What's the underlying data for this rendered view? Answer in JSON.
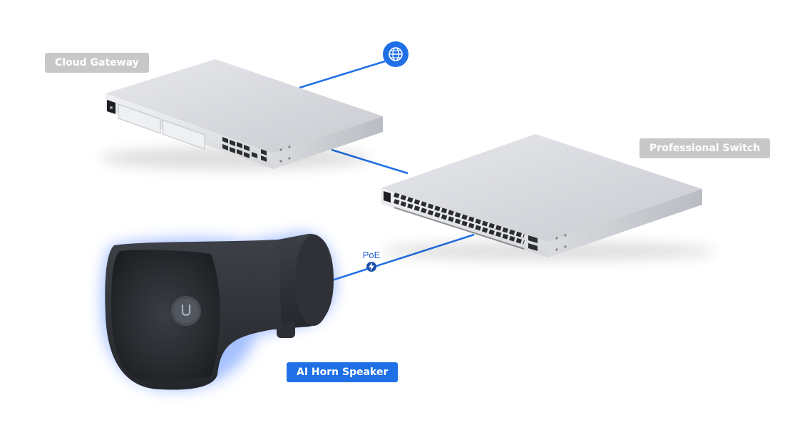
{
  "labels": {
    "cloud_gateway": "Cloud Gateway",
    "professional_switch": "Professional Switch",
    "ai_horn_speaker": "AI Horn Speaker",
    "poe": "PoE"
  },
  "icons": {
    "internet": "globe-icon",
    "poe": "lightning-bolt-icon"
  },
  "colors": {
    "link_line": "#1f6fe6",
    "highlight_label": "#1f6fe6",
    "device_label": "#c8c8c8",
    "speaker_glow": "#5a8cff"
  }
}
